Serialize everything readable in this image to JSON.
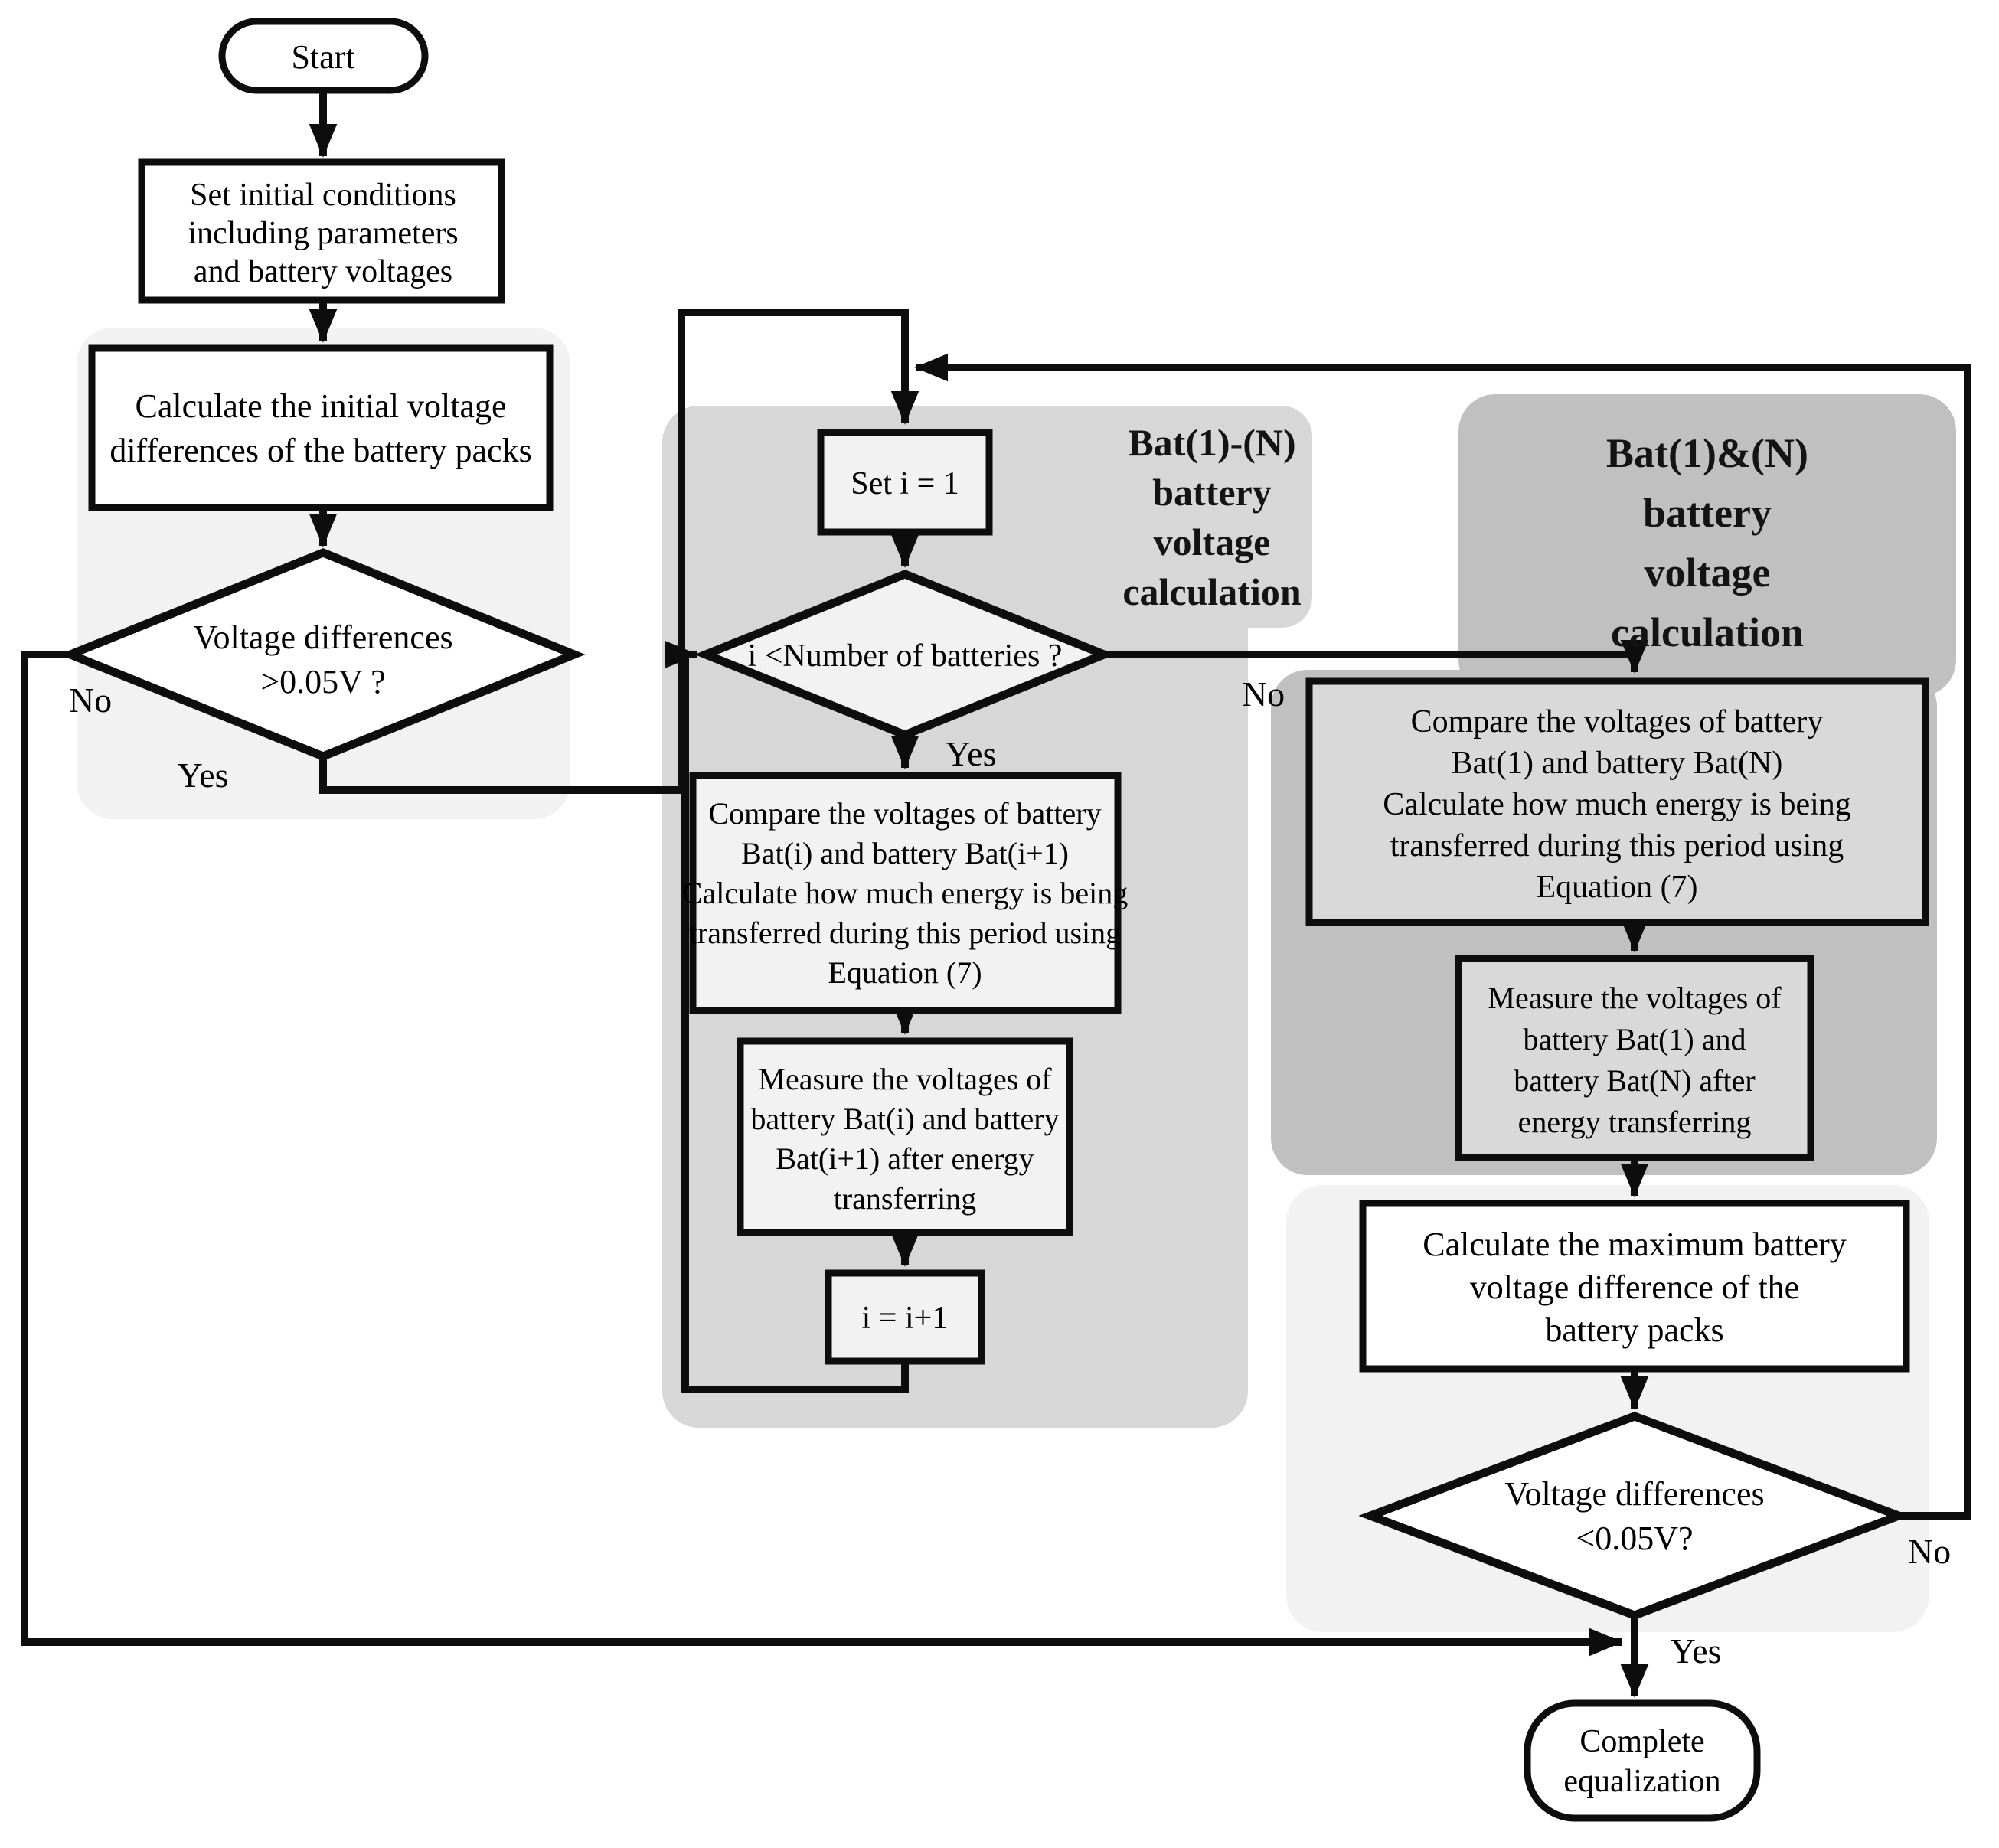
{
  "figure": {
    "type": "flowchart",
    "description": "Battery pack voltage equalization control flowchart"
  },
  "colors": {
    "background": "#ffffff",
    "ink": "#0d0d0d",
    "panel_light": "#f2f2f2",
    "panel_medium": "#d7d7d7",
    "panel_dark": "#c0c0c0",
    "node_white": "#ffffff",
    "node_light": "#f2f2f2",
    "node_medium": "#d9d9d9"
  },
  "nodes": {
    "start": {
      "label": "Start"
    },
    "set_initial": {
      "lines": [
        "Set initial conditions",
        "including parameters",
        "and battery voltages"
      ]
    },
    "calc_initial": {
      "lines": [
        "Calculate the initial voltage",
        "differences of the battery packs"
      ]
    },
    "decision_initial": {
      "lines": [
        "Voltage differences",
        ">0.05V ?"
      ]
    },
    "set_i": {
      "label": "Set i = 1"
    },
    "decision_loop": {
      "label": "i <Number of batteries ?"
    },
    "compare_i": {
      "lines": [
        "Compare the voltages of battery",
        "Bat(i) and battery Bat(i+1)",
        "Calculate how much energy is being",
        "transferred during this period using",
        "Equation (7)"
      ]
    },
    "measure_i": {
      "lines": [
        "Measure the voltages of",
        "battery Bat(i) and battery",
        "Bat(i+1) after energy",
        "transferring"
      ]
    },
    "increment": {
      "label": "i = i+1"
    },
    "compare_1n": {
      "lines": [
        "Compare the voltages of battery",
        "Bat(1) and battery Bat(N)",
        "Calculate how much energy is being",
        "transferred during this period using",
        "Equation (7)"
      ]
    },
    "measure_1n": {
      "lines": [
        "Measure the voltages of",
        "battery Bat(1) and",
        "battery Bat(N) after",
        "energy transferring"
      ]
    },
    "calc_max": {
      "lines": [
        "Calculate the maximum battery",
        "voltage difference of the",
        "battery packs"
      ]
    },
    "decision_final": {
      "lines": [
        "Voltage differences",
        "<0.05V?"
      ]
    },
    "complete": {
      "lines": [
        "Complete",
        "equalization"
      ]
    }
  },
  "section_labels": {
    "bat_1_to_n": {
      "lines": [
        "Bat(1)-(N)",
        "battery",
        "voltage",
        "calculation"
      ]
    },
    "bat_1_and_n": {
      "lines": [
        "Bat(1)&(N)",
        "battery",
        "voltage",
        "calculation"
      ]
    }
  },
  "edge_labels": {
    "d1_no": "No",
    "d1_yes": "Yes",
    "d2_no": "No",
    "d2_yes": "Yes",
    "d3_no": "No",
    "d3_yes": "Yes"
  }
}
